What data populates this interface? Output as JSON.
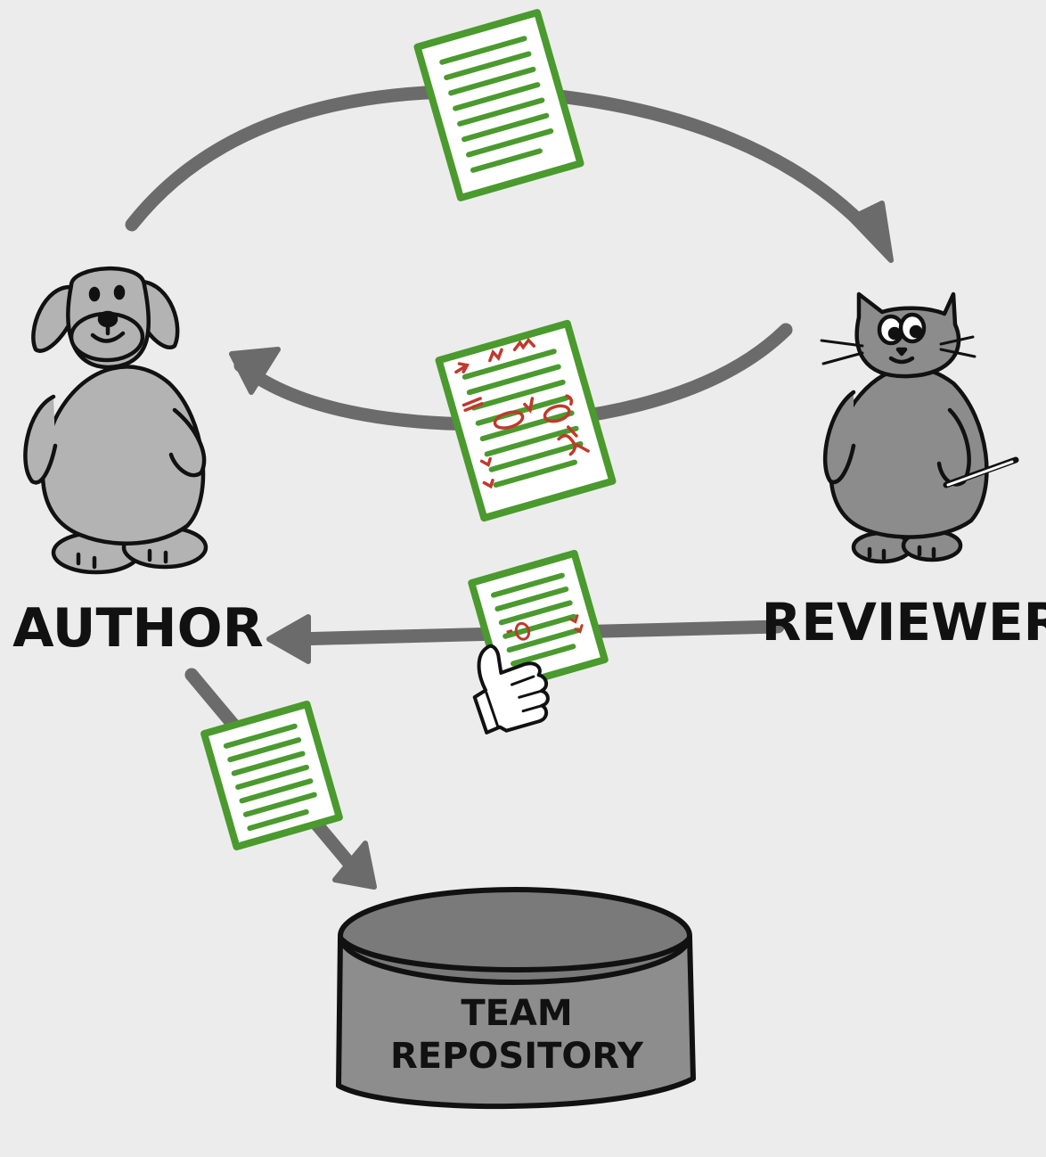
{
  "labels": {
    "author": "AUTHOR",
    "reviewer": "REVIEWER",
    "repository_line1": "TEAM",
    "repository_line2": "REPOSITORY"
  },
  "colors": {
    "background": "#ececec",
    "arrow": "#6b6b6b",
    "outline": "#111111",
    "document_border": "#4a9a2e",
    "document_lines": "#4a9a2e",
    "review_marks": "#c0392b",
    "dog_fill": "#b3b3b3",
    "cat_fill": "#8c8c8c",
    "repository_fill": "#8d8d8d",
    "repository_top": "#7a7a7a"
  },
  "icons": {
    "author": "dog-icon",
    "reviewer": "cat-icon",
    "approval": "thumbs-up-icon",
    "repository": "database-cylinder-icon",
    "document": "document-icon"
  }
}
